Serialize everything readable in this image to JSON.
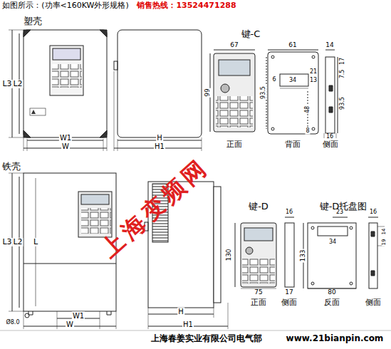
{
  "diagram": {
    "labels": [
      "如图所示：(功率<160KW外形规格)",
      "销售热线：13524471288",
      "塑壳",
      "L3",
      "L2",
      "W1",
      "W",
      "H",
      "H1",
      "键-C",
      "67",
      "99",
      "正面",
      "61",
      "6",
      "34",
      "21",
      "13",
      "93.5",
      "48",
      "8",
      "背面",
      "14",
      "7.5",
      "17",
      "93.5",
      "16",
      "侧面",
      "铁壳",
      "L3",
      "L2",
      "L",
      "Ø8.0",
      "W1",
      "W",
      "H",
      "H1",
      "上海变频网",
      "键-D",
      "16",
      "130",
      "75",
      "17",
      "正面",
      "侧面",
      "键-D托盘图",
      "23",
      "34",
      "133",
      "80",
      "反面",
      "16",
      "14",
      "19",
      "侧面",
      "上海春姜实业有限公司电气部",
      "www.21bianpin.com"
    ]
  }
}
